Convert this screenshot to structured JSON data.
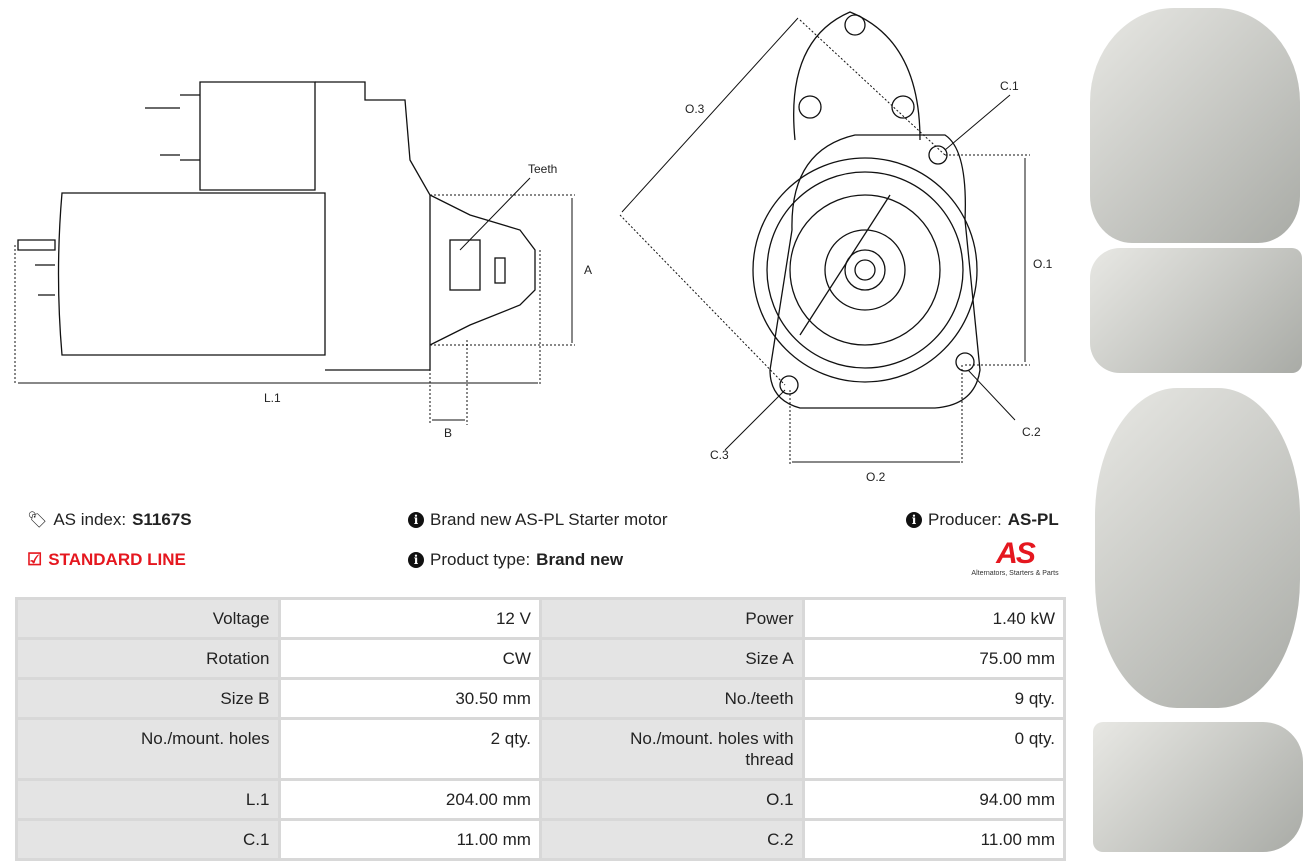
{
  "diagram": {
    "teeth": "Teeth",
    "a": "A",
    "b": "B",
    "l1": "L.1",
    "o1": "O.1",
    "o2": "O.2",
    "o3": "O.3",
    "c1": "C.1",
    "c2": "C.2",
    "c3": "C.3"
  },
  "info": {
    "as_index_label": "AS index:",
    "as_index": "S1167S",
    "line": "STANDARD LINE",
    "description": "Brand new AS-PL Starter motor",
    "product_type_label": "Product type:",
    "product_type": "Brand new",
    "producer_label": "Producer:",
    "producer": "AS-PL",
    "logo_text": "AS",
    "logo_tagline": "Alternators, Starters & Parts"
  },
  "specs": [
    [
      "Voltage",
      "12 V",
      "Power",
      "1.40 kW"
    ],
    [
      "Rotation",
      "CW",
      "Size A",
      "75.00 mm"
    ],
    [
      "Size B",
      "30.50 mm",
      "No./teeth",
      "9 qty."
    ],
    [
      "No./mount. holes",
      "2 qty.",
      "No./mount. holes with thread",
      "0 qty."
    ],
    [
      "L.1",
      "204.00 mm",
      "O.1",
      "94.00 mm"
    ],
    [
      "C.1",
      "11.00 mm",
      "C.2",
      "11.00 mm"
    ]
  ],
  "colors": {
    "accent": "#e5171f",
    "label_bg": "#e4e4e4",
    "border": "#d8d8d8"
  }
}
